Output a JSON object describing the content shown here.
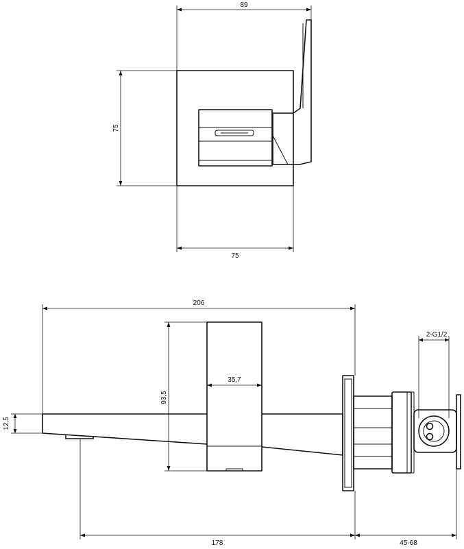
{
  "dimensions": {
    "top_width": "89",
    "top_height": "75",
    "top_bottom_width": "75",
    "side_overall_length": "206",
    "side_body_height": "93,5",
    "side_body_width": "35,7",
    "side_spout_height": "12,5",
    "side_spout_reach": "178",
    "side_box_depth": "45-68",
    "connection_size": "2-G1/2"
  }
}
